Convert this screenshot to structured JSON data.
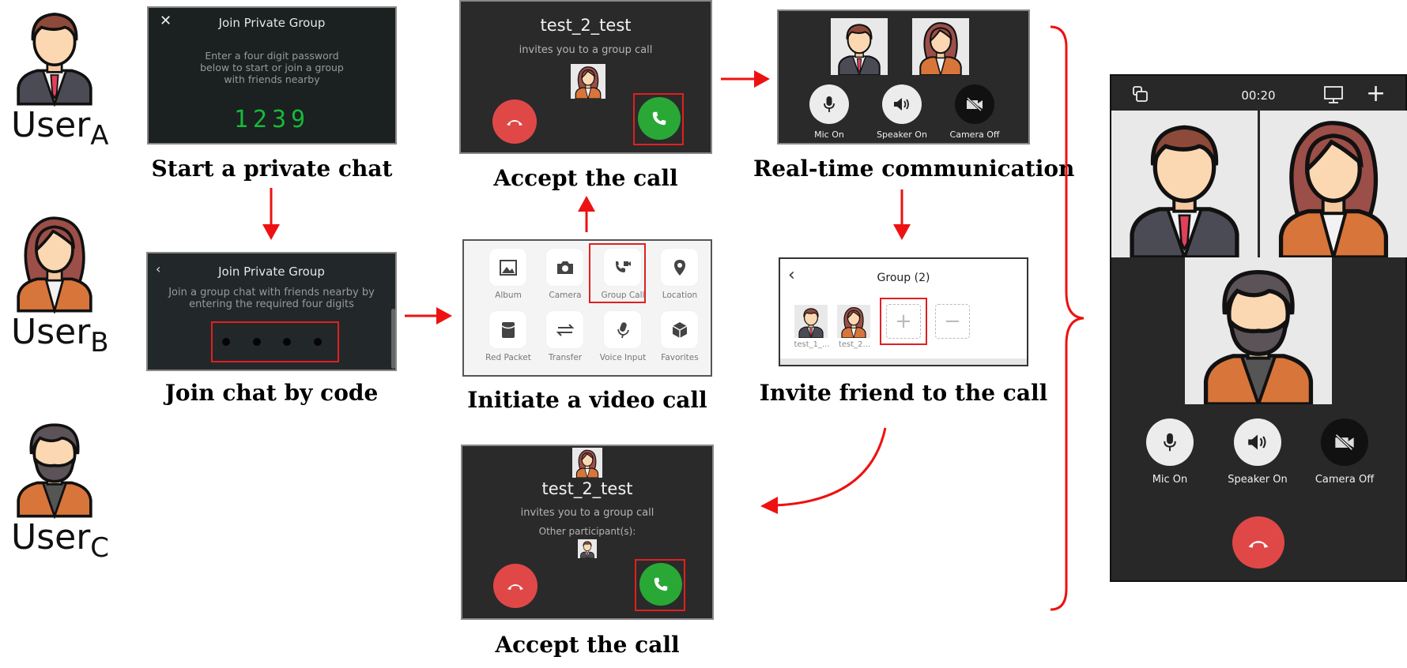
{
  "users": [
    {
      "name": "User",
      "sub": "A"
    },
    {
      "name": "User",
      "sub": "B"
    },
    {
      "name": "User",
      "sub": "C"
    }
  ],
  "captions": {
    "start_private_chat": "Start a private chat",
    "join_by_code": "Join chat by code",
    "accept_call_top": "Accept the call",
    "initiate_video_call": "Initiate a video call",
    "accept_call_bottom": "Accept the call",
    "realtime": "Real-time communication",
    "invite_friend": "Invite friend to the call"
  },
  "join_group_1": {
    "title": "Join Private Group",
    "text": "Enter a four digit password below to start or join a group with friends nearby",
    "digits": "1239",
    "close_icon": "close-icon"
  },
  "join_group_2": {
    "title": "Join Private Group",
    "text": "Join a group chat with friends nearby by entering the required four digits",
    "back_icon": "chevron-left-icon"
  },
  "call_top": {
    "caller": "test_2_test",
    "invite": "invites you to a group call"
  },
  "call_bottom": {
    "caller": "test_2_test",
    "invite": "invites you to a group call",
    "others": "Other participant(s):"
  },
  "menu": {
    "items": [
      {
        "label": "Album",
        "icon": "image-icon"
      },
      {
        "label": "Camera",
        "icon": "camera-icon"
      },
      {
        "label": "Group Call",
        "icon": "video-call-icon"
      },
      {
        "label": "Location",
        "icon": "location-pin-icon"
      },
      {
        "label": "Red Packet",
        "icon": "red-packet-icon"
      },
      {
        "label": "Transfer",
        "icon": "transfer-icon"
      },
      {
        "label": "Voice Input",
        "icon": "microphone-icon"
      },
      {
        "label": "Favorites",
        "icon": "cube-icon"
      }
    ]
  },
  "realtime_controls": [
    "Mic On",
    "Speaker On",
    "Camera Off"
  ],
  "group": {
    "title": "Group (2)",
    "members": [
      "test_1_...",
      "test_2..."
    ]
  },
  "phone": {
    "timer": "00:20",
    "controls": [
      "Mic On",
      "Speaker On",
      "Camera Off"
    ]
  },
  "colors": {
    "arrow": "#ee1111",
    "accept": "#2aa836",
    "decline": "#e04848",
    "highlight": "#e02020",
    "digits": "#17b93a"
  }
}
